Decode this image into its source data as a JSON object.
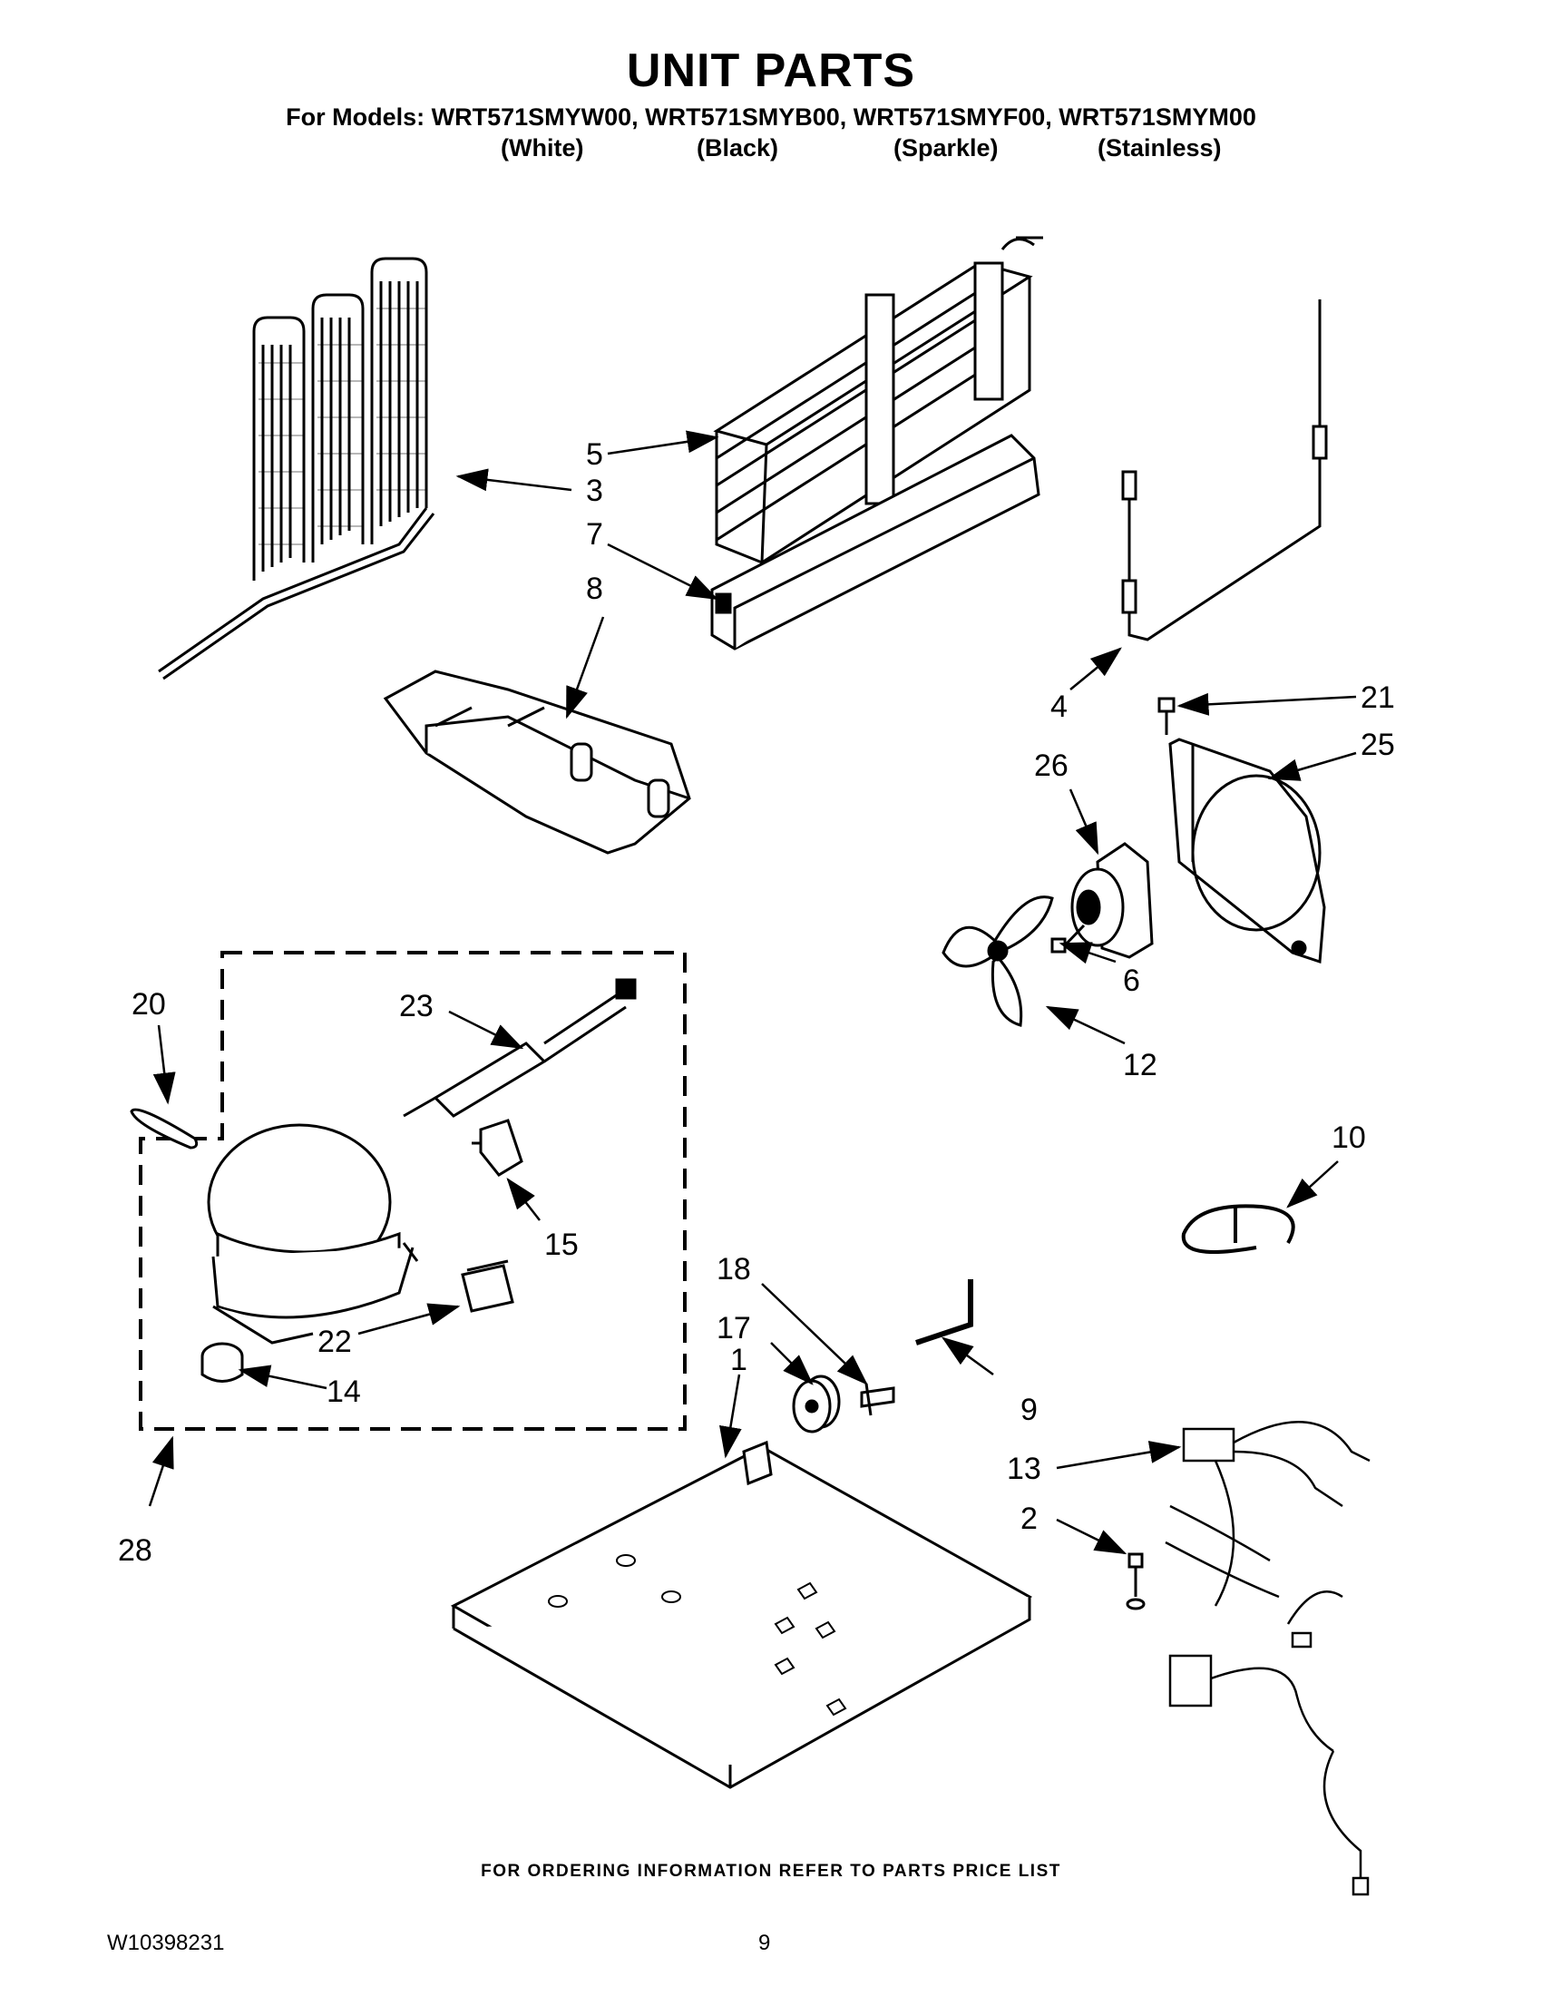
{
  "header": {
    "title": "UNIT PARTS",
    "models_line": "For Models: WRT571SMYW00, WRT571SMYB00, WRT571SMYF00, WRT571SMYM00",
    "colors": [
      "(White)",
      "(Black)",
      "(Sparkle)",
      "(Stainless)"
    ]
  },
  "callouts": {
    "c1": "1",
    "c2": "2",
    "c3": "3",
    "c4": "4",
    "c5": "5",
    "c6": "6",
    "c7": "7",
    "c8": "8",
    "c9": "9",
    "c10": "10",
    "c12": "12",
    "c13": "13",
    "c14": "14",
    "c15": "15",
    "c17": "17",
    "c18": "18",
    "c20": "20",
    "c21": "21",
    "c22": "22",
    "c23": "23",
    "c25": "25",
    "c26": "26",
    "c28": "28"
  },
  "footer": {
    "ordering_note": "FOR ORDERING INFORMATION REFER TO PARTS PRICE LIST",
    "doc_number": "W10398231",
    "page_number": "9"
  }
}
